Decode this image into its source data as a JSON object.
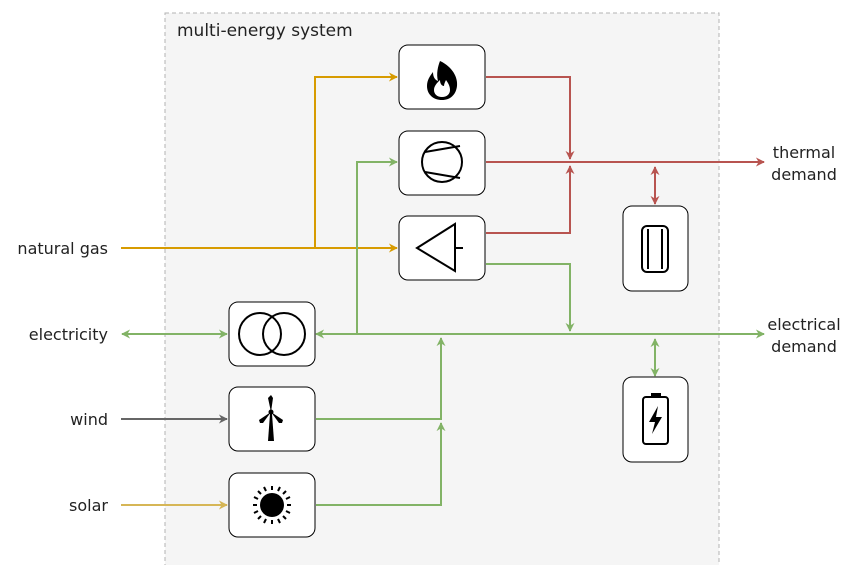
{
  "title": "multi-energy system",
  "inputs": {
    "natural_gas": "natural gas",
    "electricity": "electricity",
    "wind": "wind",
    "solar": "solar"
  },
  "outputs": {
    "thermal_line1": "thermal",
    "thermal_line2": "demand",
    "electrical_line1": "electrical",
    "electrical_line2": "demand"
  },
  "components": {
    "gas_boiler": "flame-icon",
    "heat_pump": "heat-pump-icon",
    "chp": "turbine-icon",
    "transformer": "transformer-icon",
    "wind_turbine": "wind-turbine-icon",
    "pv": "sun-icon",
    "thermal_storage": "tank-icon",
    "battery": "battery-icon"
  },
  "colors": {
    "gas": "#d79b00",
    "heat": "#b85450",
    "electric": "#82b366",
    "wind": "#666666",
    "solar": "#d6b656",
    "frame_bg": "#f5f5f5",
    "frame_border": "#b3b3b3"
  }
}
